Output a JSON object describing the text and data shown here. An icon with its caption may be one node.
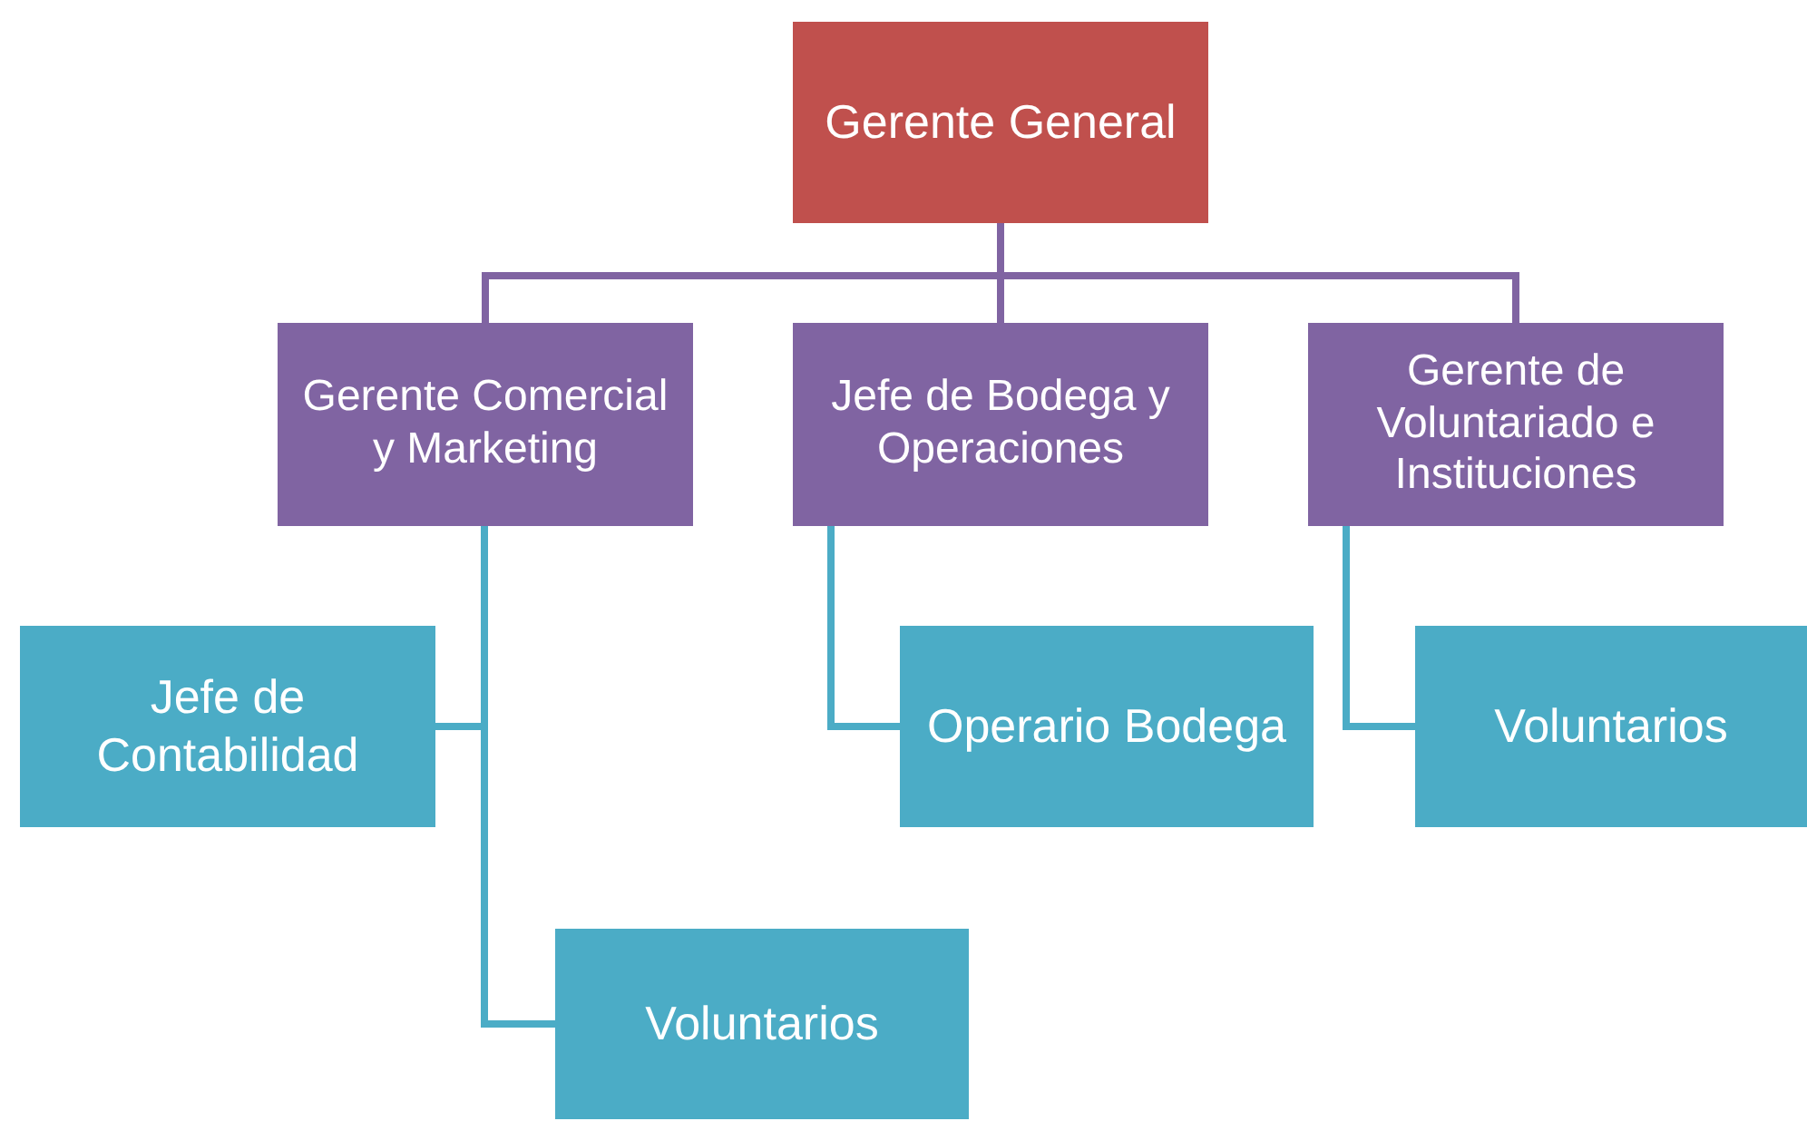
{
  "diagram": {
    "nodes": [
      {
        "text": [
          "Gerente General"
        ]
      },
      {
        "text": [
          "Gerente Comercial y Marketing"
        ]
      },
      {
        "text": [
          "Jefe de Bodega y Operaciones"
        ]
      },
      {
        "text": [
          "Gerente de Voluntariado e Instituciones"
        ]
      },
      {
        "text": [
          "Jefe de Contabilidad"
        ]
      },
      {
        "text": [
          "Voluntarios"
        ]
      },
      {
        "text": [
          "Operario Bodega"
        ]
      },
      {
        "text": [
          "Voluntarios"
        ]
      }
    ],
    "edges": [
      {
        "from": 0,
        "to": 1,
        "arrow": "none",
        "color": "#8064a2"
      },
      {
        "from": 0,
        "to": 2,
        "arrow": "none",
        "color": "#8064a2"
      },
      {
        "from": 0,
        "to": 3,
        "arrow": "none",
        "color": "#8064a2"
      },
      {
        "from": 1,
        "to": 4,
        "arrow": "none"
      },
      {
        "from": 1,
        "to": 5,
        "arrow": "none"
      },
      {
        "from": 2,
        "to": 6,
        "arrow": "none"
      },
      {
        "from": 3,
        "to": 7,
        "arrow": "none"
      }
    ]
  }
}
